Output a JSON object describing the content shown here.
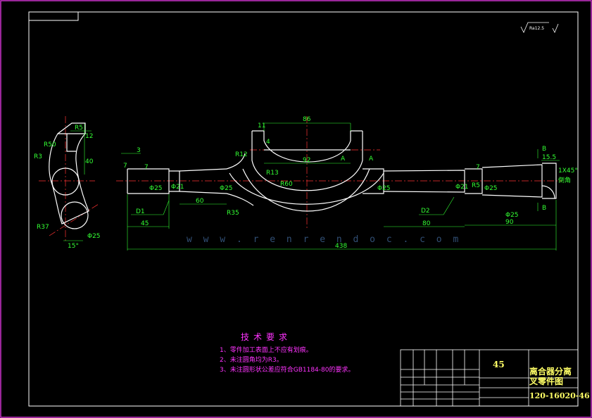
{
  "roughness_note": "Ra12.5",
  "dimensions": {
    "d86": "86",
    "d11": "11",
    "d92": "92",
    "d60": "60",
    "d45": "45",
    "d80": "80",
    "d90": "90",
    "d15_5": "15.5",
    "d438": "438",
    "d3": "3",
    "d12": "12",
    "d40": "40",
    "d4": "4",
    "r5_left": "R5",
    "r5_right": "R5",
    "r50": "R50",
    "r3": "R3",
    "r37": "R37",
    "r12": "R12",
    "r13": "R13",
    "r60": "R60",
    "r35": "R35",
    "phi25_a": "Φ25",
    "phi25_b": "Φ25",
    "phi25_c": "Φ25",
    "phi25_d": "Φ25",
    "phi21_a": "Φ21",
    "phi21_b": "Φ21",
    "phi25_tol_a": "Φ25",
    "phi25_tol_b": "Φ25",
    "angle15": "15°",
    "chamfer": "1X45°",
    "chamfer2": "倒角",
    "tri7_a": "7",
    "tri7_b": "7",
    "tri7_c": "7",
    "section_a_left": "A",
    "section_a_right": "A",
    "section_b_top": "B",
    "section_b_bottom": "B",
    "d1": "D1",
    "d2": "D2"
  },
  "watermark": "w w w . r e n r e n d o c . c o m",
  "tech_requirements": {
    "title": "技术要求",
    "items": [
      "1、零件加工表面上不应有划痕。",
      "2、未注圆角均为R3。",
      "3、未注圆形状公差应符合GB1184-80的要求。"
    ]
  },
  "title_block": {
    "material": "45",
    "part_name": "离合器分离叉零件图",
    "drawing_code": "120-16020-46"
  },
  "colors": {
    "border": "#cc33cc",
    "outline": "#ffffff",
    "dimension": "#33ff33",
    "centerline": "#ff3333",
    "note": "#ff33ff",
    "title": "#ffff66"
  }
}
